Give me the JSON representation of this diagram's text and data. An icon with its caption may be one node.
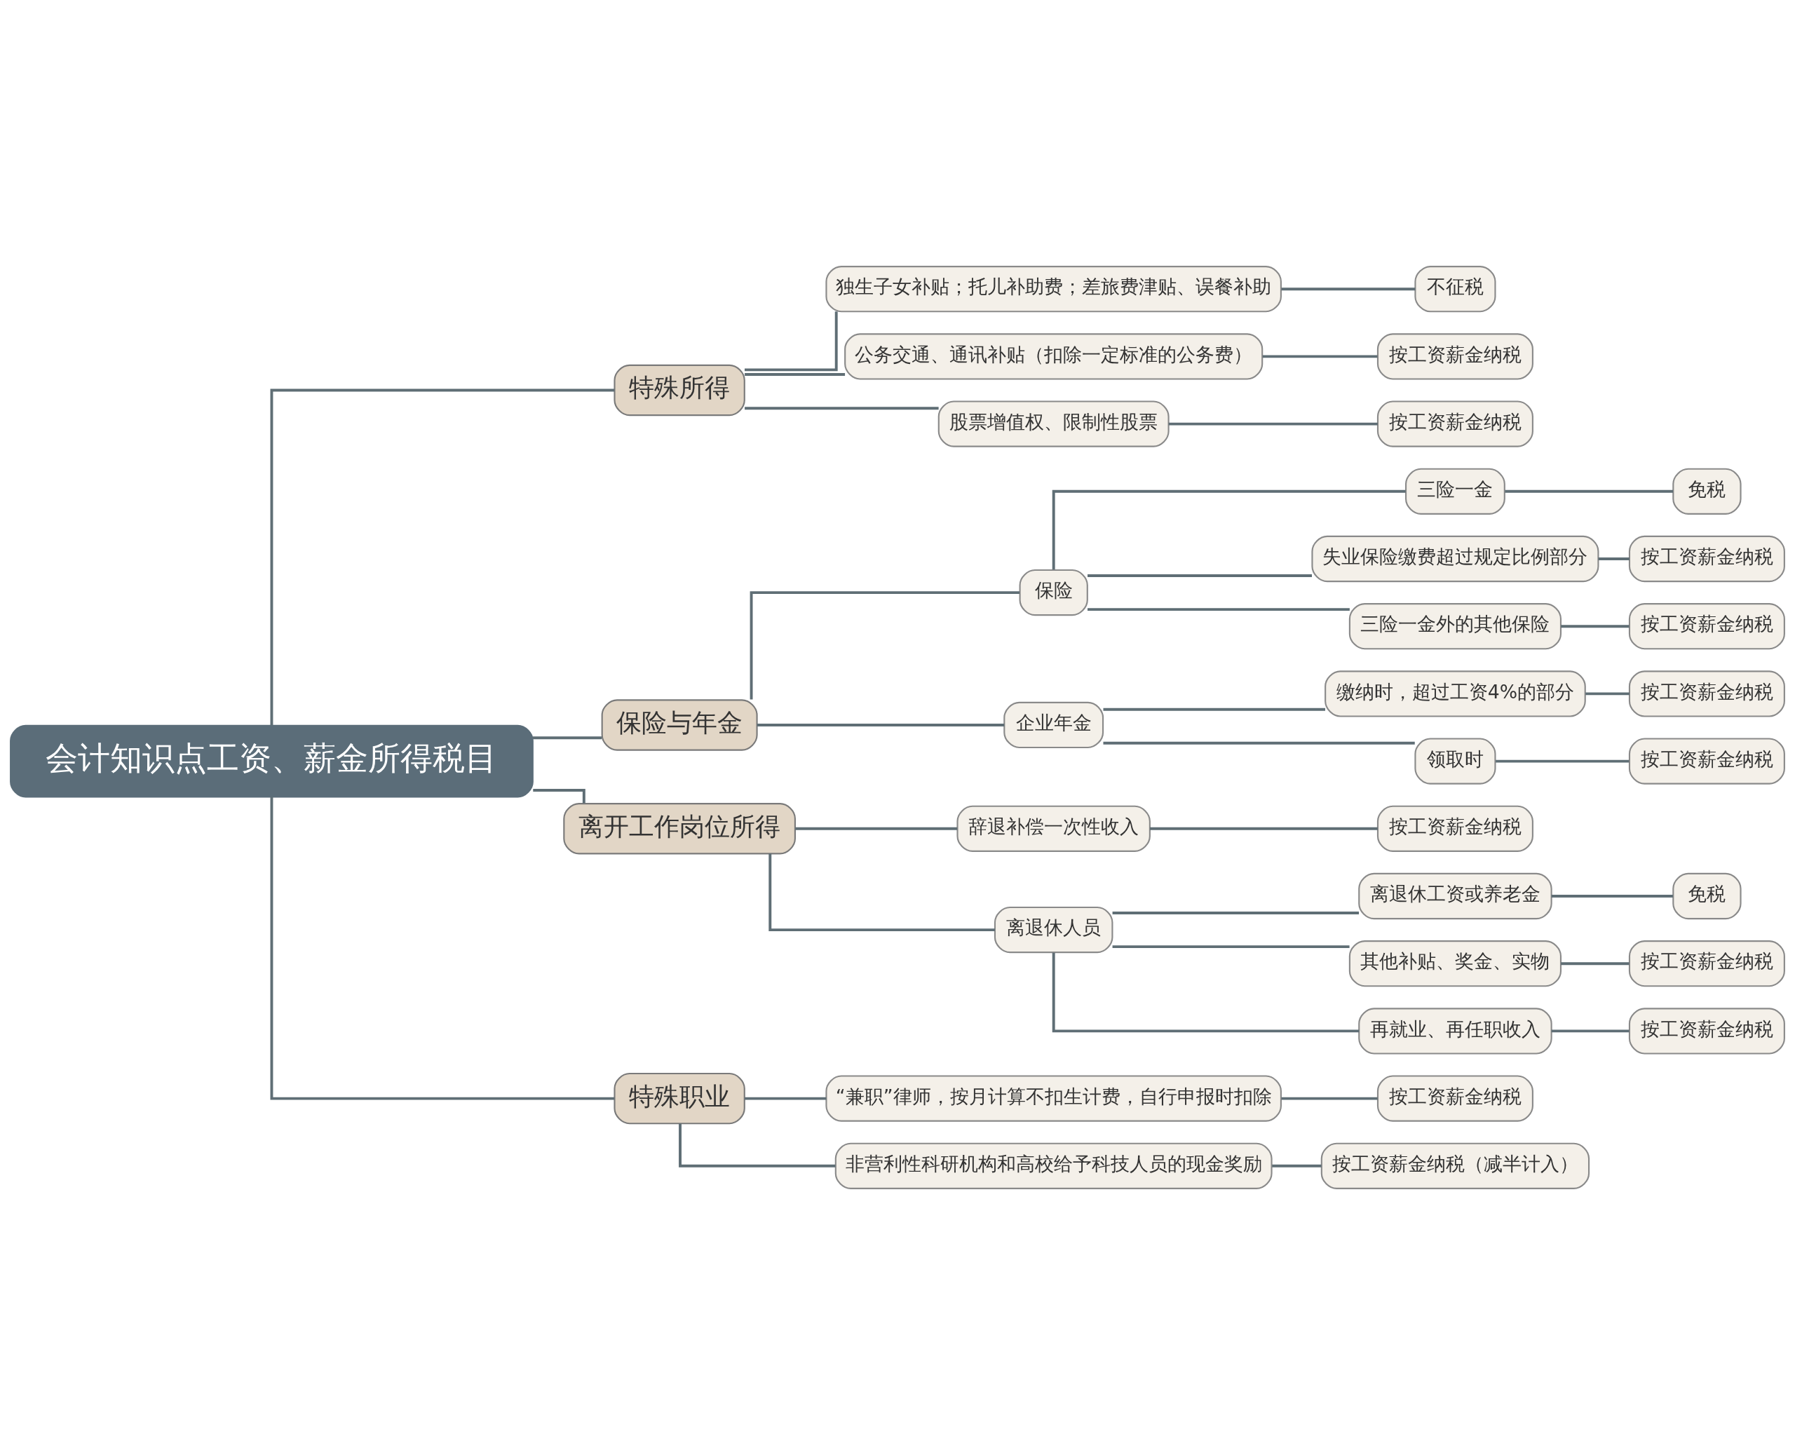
{
  "diagram": {
    "nodes": [
      {
        "text": [
          "会计知识点工资、薪金所得税目"
        ]
      },
      {
        "text": [
          "特殊所得"
        ]
      },
      {
        "text": [
          "独生子女补贴；托儿补助费；差旅费津贴、误餐补助"
        ]
      },
      {
        "text": [
          "不征税"
        ]
      },
      {
        "text": [
          "公务交通、通讯补贴（扣除一定标准的公务费）"
        ]
      },
      {
        "text": [
          "按工资薪金纳税"
        ]
      },
      {
        "text": [
          "股票增值权、限制性股票"
        ]
      },
      {
        "text": [
          "按工资薪金纳税"
        ]
      },
      {
        "text": [
          "保险与年金"
        ]
      },
      {
        "text": [
          "保险"
        ]
      },
      {
        "text": [
          "三险一金"
        ]
      },
      {
        "text": [
          "免税"
        ]
      },
      {
        "text": [
          "失业保险缴费超过规定比例部分"
        ]
      },
      {
        "text": [
          "按工资薪金纳税"
        ]
      },
      {
        "text": [
          "三险一金外的其他保险"
        ]
      },
      {
        "text": [
          "按工资薪金纳税"
        ]
      },
      {
        "text": [
          "企业年金"
        ]
      },
      {
        "text": [
          "缴纳时，超过工资4%的部分"
        ]
      },
      {
        "text": [
          "按工资薪金纳税"
        ]
      },
      {
        "text": [
          "领取时"
        ]
      },
      {
        "text": [
          "按工资薪金纳税"
        ]
      },
      {
        "text": [
          "离开工作岗位所得"
        ]
      },
      {
        "text": [
          "辞退补偿一次性收入"
        ]
      },
      {
        "text": [
          "按工资薪金纳税"
        ]
      },
      {
        "text": [
          "离退休人员"
        ]
      },
      {
        "text": [
          "离退休工资或养老金"
        ]
      },
      {
        "text": [
          "免税"
        ]
      },
      {
        "text": [
          "其他补贴、奖金、实物"
        ]
      },
      {
        "text": [
          "按工资薪金纳税"
        ]
      },
      {
        "text": [
          "再就业、再任职收入"
        ]
      },
      {
        "text": [
          "按工资薪金纳税"
        ]
      },
      {
        "text": [
          "特殊职业"
        ]
      },
      {
        "text": [
          "“兼职”律师，按月计算不扣生计费，自行申报时扣除"
        ]
      },
      {
        "text": [
          "按工资薪金纳税"
        ]
      },
      {
        "text": [
          "非营利性科研机构和高校给予科技人员的现金奖励"
        ]
      },
      {
        "text": [
          "按工资薪金纳税（减半计入）"
        ]
      }
    ],
    "edges": [
      {
        "from": 0,
        "to": 1,
        "arrow": "none"
      },
      {
        "from": 1,
        "to": 2,
        "arrow": "none"
      },
      {
        "from": 2,
        "to": 3,
        "arrow": "none"
      },
      {
        "from": 1,
        "to": 4,
        "arrow": "none"
      },
      {
        "from": 4,
        "to": 5,
        "arrow": "none"
      },
      {
        "from": 1,
        "to": 6,
        "arrow": "none"
      },
      {
        "from": 6,
        "to": 7,
        "arrow": "none"
      },
      {
        "from": 0,
        "to": 8,
        "arrow": "none"
      },
      {
        "from": 8,
        "to": 9,
        "arrow": "none"
      },
      {
        "from": 9,
        "to": 10,
        "arrow": "none"
      },
      {
        "from": 10,
        "to": 11,
        "arrow": "none"
      },
      {
        "from": 9,
        "to": 12,
        "arrow": "none"
      },
      {
        "from": 12,
        "to": 13,
        "arrow": "none"
      },
      {
        "from": 9,
        "to": 14,
        "arrow": "none"
      },
      {
        "from": 14,
        "to": 15,
        "arrow": "none"
      },
      {
        "from": 8,
        "to": 16,
        "arrow": "none"
      },
      {
        "from": 16,
        "to": 17,
        "arrow": "none"
      },
      {
        "from": 17,
        "to": 18,
        "arrow": "none"
      },
      {
        "from": 16,
        "to": 19,
        "arrow": "none"
      },
      {
        "from": 19,
        "to": 20,
        "arrow": "none"
      },
      {
        "from": 0,
        "to": 21,
        "arrow": "none"
      },
      {
        "from": 21,
        "to": 22,
        "arrow": "none"
      },
      {
        "from": 22,
        "to": 23,
        "arrow": "none"
      },
      {
        "from": 21,
        "to": 24,
        "arrow": "none"
      },
      {
        "from": 24,
        "to": 25,
        "arrow": "none"
      },
      {
        "from": 25,
        "to": 26,
        "arrow": "none"
      },
      {
        "from": 24,
        "to": 27,
        "arrow": "none"
      },
      {
        "from": 27,
        "to": 28,
        "arrow": "none"
      },
      {
        "from": 24,
        "to": 29,
        "arrow": "none"
      },
      {
        "from": 29,
        "to": 30,
        "arrow": "none"
      },
      {
        "from": 0,
        "to": 31,
        "arrow": "none"
      },
      {
        "from": 31,
        "to": 32,
        "arrow": "none"
      },
      {
        "from": 32,
        "to": 33,
        "arrow": "none"
      },
      {
        "from": 31,
        "to": 34,
        "arrow": "none"
      },
      {
        "from": 34,
        "to": 35,
        "arrow": "none"
      }
    ]
  }
}
